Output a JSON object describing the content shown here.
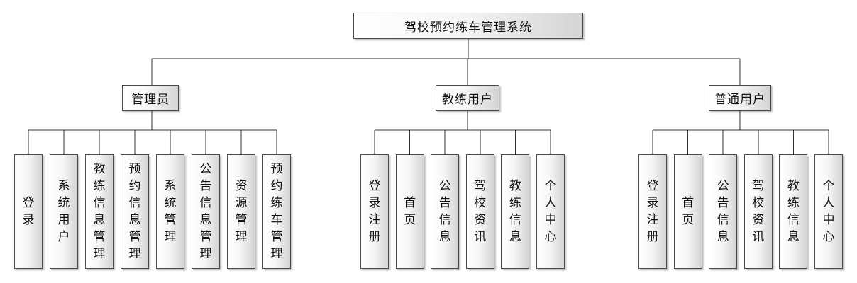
{
  "root": {
    "label": "驾校预约练车管理系统"
  },
  "groups": [
    {
      "label": "管理员",
      "items": [
        "登录",
        "系统用户",
        "教练信息管理",
        "预约信息管理",
        "系统管理",
        "公告信息管理",
        "资源管理",
        "预约练车管理"
      ]
    },
    {
      "label": "教练用户",
      "items": [
        "登录注册",
        "首页",
        "公告信息",
        "驾校资讯",
        "教练信息",
        "个人中心"
      ]
    },
    {
      "label": "普通用户",
      "items": [
        "登录注册",
        "首页",
        "公告信息",
        "驾校资讯",
        "教练信息",
        "个人中心"
      ]
    }
  ]
}
